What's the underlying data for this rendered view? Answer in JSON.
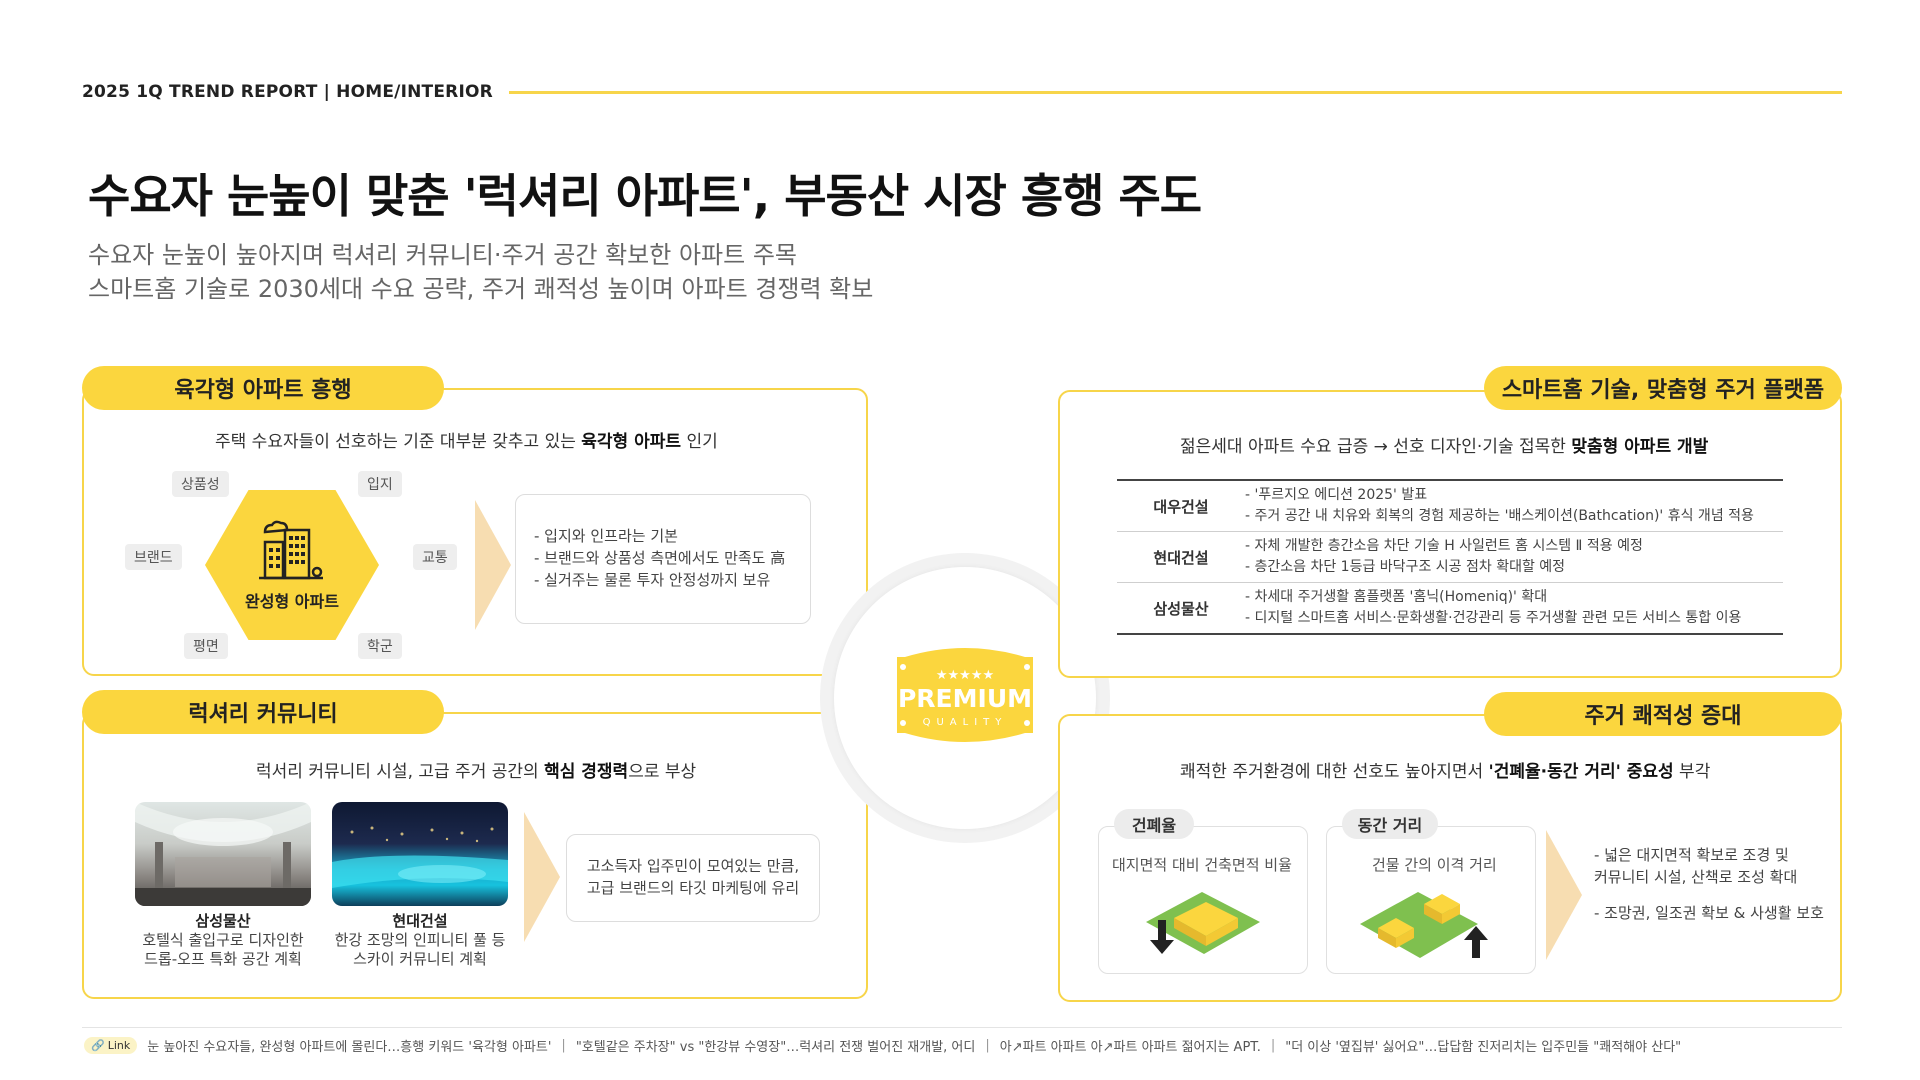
{
  "header": {
    "label": "2025 1Q TREND REPORT  |  HOME/INTERIOR",
    "accent": "#f7d54a"
  },
  "title": "수요자 눈높이 맞춘 '럭셔리 아파트', 부동산 시장 흥행 주도",
  "subtitle": {
    "line1": "수요자 눈높이 높아지며  럭셔리 커뮤니티·주거 공간 확보한 아파트 주목",
    "line2": "스마트홈 기술로 2030세대 수요 공략, 주거 쾌적성 높이며 아파트 경쟁력 확보"
  },
  "panel1": {
    "tag": "육각형 아파트 흥행",
    "lead_pre": "주택 수요자들이 선호하는 기준 대부분 갖추고 있는 ",
    "lead_bold": "육각형 아파트",
    "lead_post": " 인기",
    "hex_label": "완성형 아파트",
    "hex_icon": "building-icon",
    "chips": {
      "product": "상품성",
      "location": "입지",
      "brand": "브랜드",
      "transport": "교통",
      "floorplan": "평면",
      "school": "학군"
    },
    "bullets": [
      "- 입지와 인프라는 기본",
      "- 브랜드와 상품성 측면에서도 만족도 高",
      "- 실거주는 물론 투자 안정성까지 보유"
    ]
  },
  "panel2": {
    "tag": "럭셔리 커뮤니티",
    "lead_pre": "럭서리 커뮤니티 시설, 고급 주거 공간의 ",
    "lead_bold": "핵심 경쟁력",
    "lead_post": "으로 부상",
    "photos": [
      {
        "company": "삼성물산",
        "line1": "호텔식 출입구로 디자인한",
        "line2": "드롭-오프 특화 공간 계획"
      },
      {
        "company": "현대건설",
        "line1": "한강 조망의 인피니티 풀 등",
        "line2": "스카이 커뮤니티 계획"
      }
    ],
    "summary_line1": "고소득자 입주민이 모여있는 만큼,",
    "summary_line2": "고급 브랜드의 타깃 마케팅에 유리"
  },
  "badge": {
    "stars": "★★★★★",
    "main": "PREMIUM",
    "sub": "QUALITY",
    "color": "#fbd63e"
  },
  "panel3": {
    "tag": "스마트홈 기술, 맞춤형 주거 플랫폼",
    "lead_pre": "젊은세대 아파트 수요 급증 → 선호 디자인·기술 접목한 ",
    "lead_bold": "맞춤형 아파트 개발",
    "rows": [
      {
        "name": "대우건설",
        "l1": "- '푸르지오 에디션 2025' 발표",
        "l2": "- 주거 공간 내 치유와 회복의 경험 제공하는 '배스케이션(Bathcation)' 휴식 개념 적용"
      },
      {
        "name": "현대건설",
        "l1": "- 자체 개발한 층간소음 차단 기술 H 사일런트 홈 시스템 Ⅱ 적용 예정",
        "l2": "- 층간소음 차단 1등급 바닥구조 시공 점차 확대할 예정"
      },
      {
        "name": "삼성물산",
        "l1": "- 차세대 주거생활 홈플랫폼 '홈닉(Homeniq)' 확대",
        "l2": "- 디지털 스마트홈 서비스·문화생활·건강관리 등 주거생활 관련 모든 서비스 통합 이용"
      }
    ]
  },
  "panel4": {
    "tag": "주거 쾌적성 증대",
    "lead_pre": "쾌적한 주거환경에 대한 선호도 높아지면서 ",
    "lead_bold": "'건폐율·동간 거리' 중요성",
    "lead_post": " 부각",
    "cards": [
      {
        "tag": "건폐율",
        "desc": "대지면적 대비 건축면적 비율"
      },
      {
        "tag": "동간 거리",
        "desc": "건물 간의 이격 거리"
      }
    ],
    "bullets": [
      "- 넓은 대지면적 확보로 조경 및",
      "커뮤니티 시설, 산책로 조성 확대",
      "- 조망권, 일조권 확보 & 사생활 보호"
    ]
  },
  "footer": {
    "link_label": "Link",
    "items": [
      "눈 높아진 수요자들, 완성형 아파트에 몰린다…흥행 키워드 '육각형 아파트'",
      "\"호텔같은 주차장\" vs \"한강뷰 수영장\"…럭셔리 전쟁 벌어진 재개발, 어디",
      "아↗파트 아파트 아↗파트 아파트 젊어지는 APT.",
      "\"더 이상 '옆집뷰' 싫어요\"…답답함 진저리치는 입주민들 \"쾌적해야 산다\""
    ]
  }
}
